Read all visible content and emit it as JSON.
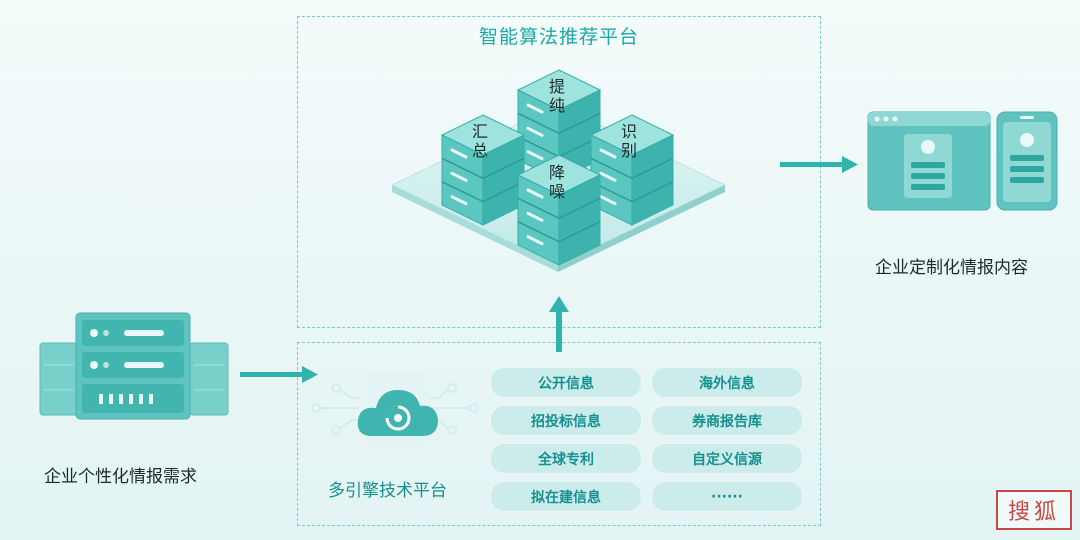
{
  "platform_title": "智能算法推荐平台",
  "processes": {
    "summarize": "汇总",
    "extract": "提纯",
    "identify": "识别",
    "denoise": "降噪"
  },
  "left_label": "企业个性化情报需求",
  "right_label": "企业定制化情报内容",
  "engine_label": "多引擎技术平台",
  "sources": [
    "公开信息",
    "海外信息",
    "招投标信息",
    "券商报告库",
    "全球专利",
    "自定义信源",
    "拟在建信息",
    "······"
  ],
  "watermark": "搜狐"
}
